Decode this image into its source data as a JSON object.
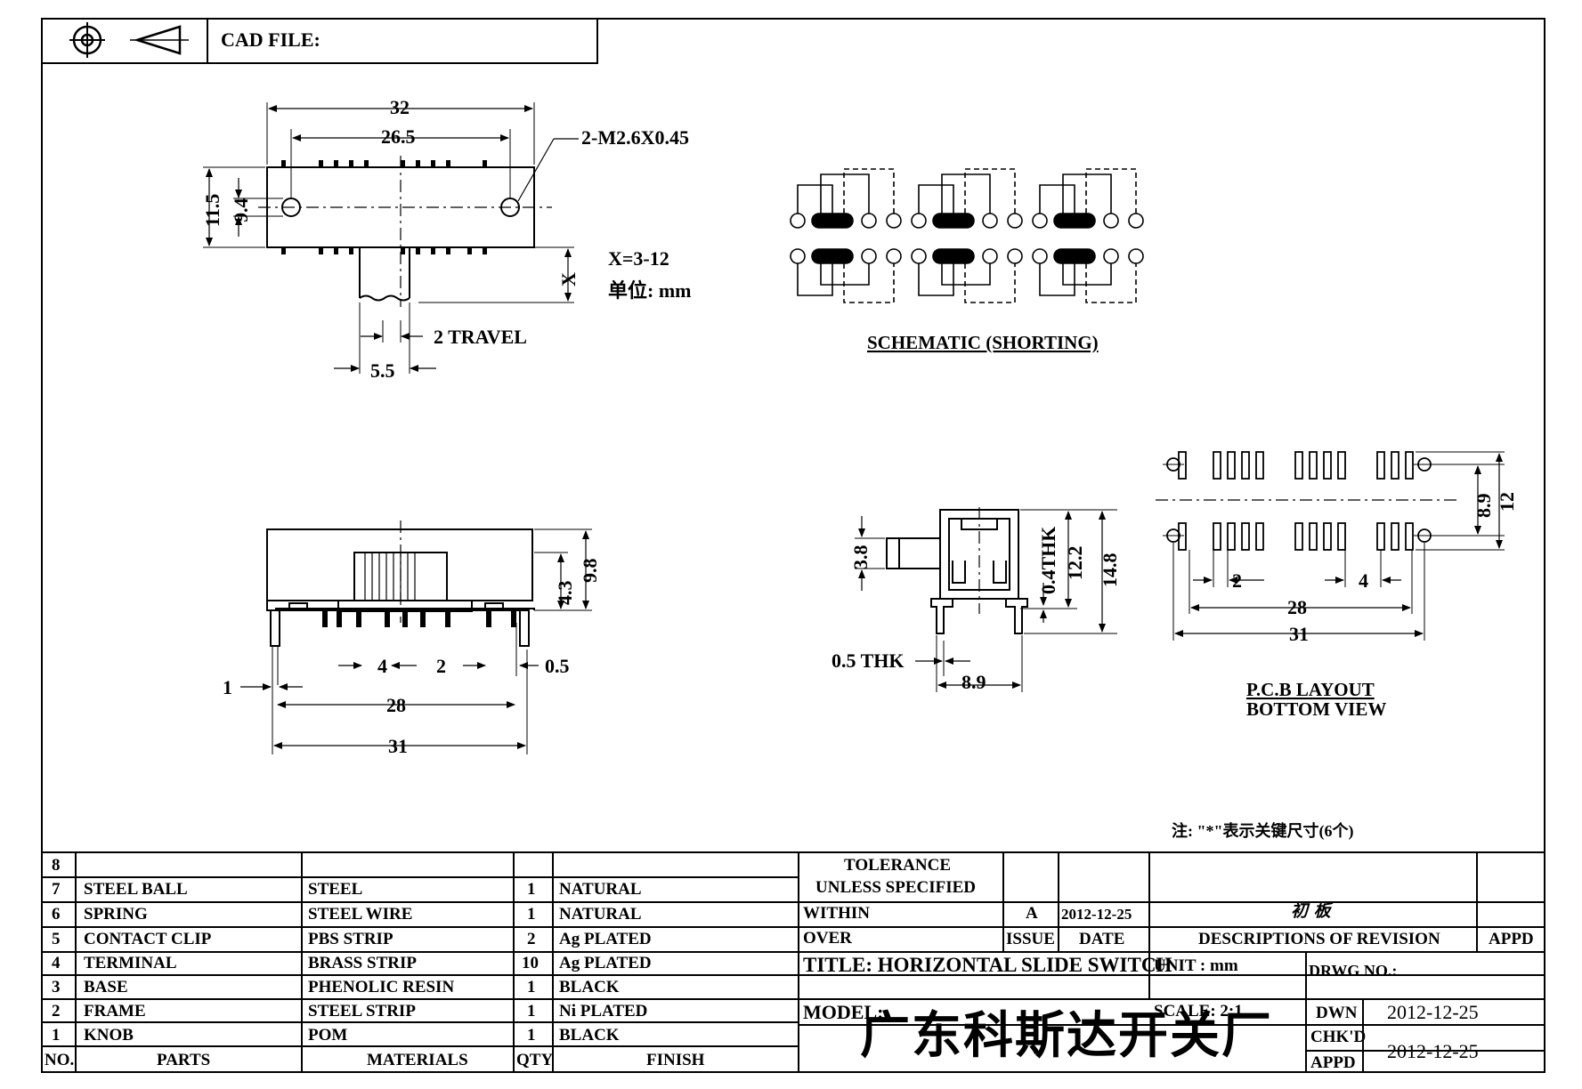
{
  "header": {
    "cad_file_label": "CAD FILE:",
    "projection_icon": "third-angle-projection-icon"
  },
  "drawing": {
    "top_view": {
      "dim_overall_width": "32",
      "dim_hole_spacing": "26.5",
      "dim_thread": "2-M2.6X0.45",
      "dim_height": "11.5",
      "dim_inner_height": "9.4",
      "dim_x_range": "X=3-12",
      "dim_x_label": "X",
      "unit_note": "单位: mm",
      "dim_travel": "2 TRAVEL",
      "dim_knob_width": "5.5"
    },
    "schematic": {
      "title": "SCHEMATIC (SHORTING)"
    },
    "front_view": {
      "dim_height_total": "9.8",
      "dim_height_knob": "4.3",
      "dim_pitch_4": "4",
      "dim_pitch_2": "2",
      "dim_pin_thk": "0.5",
      "dim_pin_1": "1",
      "dim_28": "28",
      "dim_31": "31"
    },
    "side_view": {
      "dim_knob_h": "3.8",
      "dim_frame_thk": "0.4THK",
      "dim_12_2": "12.2",
      "dim_14_8": "14.8",
      "dim_pin_thk": "0.5 THK",
      "dim_8_9": "8.9"
    },
    "pcb": {
      "dim_8_9": "8.9",
      "dim_12": "12",
      "dim_2": "2",
      "dim_4": "4",
      "dim_28": "28",
      "dim_31": "31",
      "title": "P.C.B LAYOUT",
      "subtitle": "BOTTOM VIEW"
    },
    "note": "注: \"*\"表示关键尺寸(6个)"
  },
  "title_block": {
    "bom_header": {
      "no": "NO.",
      "parts": "PARTS",
      "materials": "MATERIALS",
      "qty": "QTY",
      "finish": "FINISH"
    },
    "bom_rows": [
      {
        "no": "8",
        "part": "",
        "material": "",
        "qty": "",
        "finish": ""
      },
      {
        "no": "7",
        "part": "STEEL BALL",
        "material": "STEEL",
        "qty": "1",
        "finish": "NATURAL"
      },
      {
        "no": "6",
        "part": "SPRING",
        "material": "STEEL WIRE",
        "qty": "1",
        "finish": "NATURAL"
      },
      {
        "no": "5",
        "part": "CONTACT CLIP",
        "material": "PBS STRIP",
        "qty": "2",
        "finish": "Ag PLATED"
      },
      {
        "no": "4",
        "part": "TERMINAL",
        "material": "BRASS STRIP",
        "qty": "10",
        "finish": "Ag PLATED"
      },
      {
        "no": "3",
        "part": "BASE",
        "material": "PHENOLIC RESIN",
        "qty": "1",
        "finish": "BLACK"
      },
      {
        "no": "2",
        "part": "FRAME",
        "material": "STEEL STRIP",
        "qty": "1",
        "finish": "Ni PLATED"
      },
      {
        "no": "1",
        "part": "KNOB",
        "material": "POM",
        "qty": "1",
        "finish": "BLACK"
      }
    ],
    "tolerance_line1": "TOLERANCE",
    "tolerance_line2": "UNLESS  SPECIFIED",
    "within": "WITHIN",
    "over": "OVER",
    "revision": {
      "issue_value": "A",
      "date_value": "2012-12-25",
      "description": "初  板"
    },
    "rev_header": {
      "issue": "ISSUE",
      "date": "DATE",
      "descriptions": "DESCRIPTIONS OF REVISION",
      "appd": "APPD"
    },
    "title": "TITLE: HORIZONTAL SLIDE SWITCH",
    "model": "MODEL:",
    "unit": "UNIT : mm",
    "scale": "SCALE: 2:1",
    "drwg_no": "DRWG NO.:",
    "dwn": "DWN",
    "chkd": "CHK'D",
    "appd": "APPD",
    "dwn_date": "2012-12-25",
    "chk_date": "2012-12-25",
    "company": "广东科斯达开关厂"
  }
}
